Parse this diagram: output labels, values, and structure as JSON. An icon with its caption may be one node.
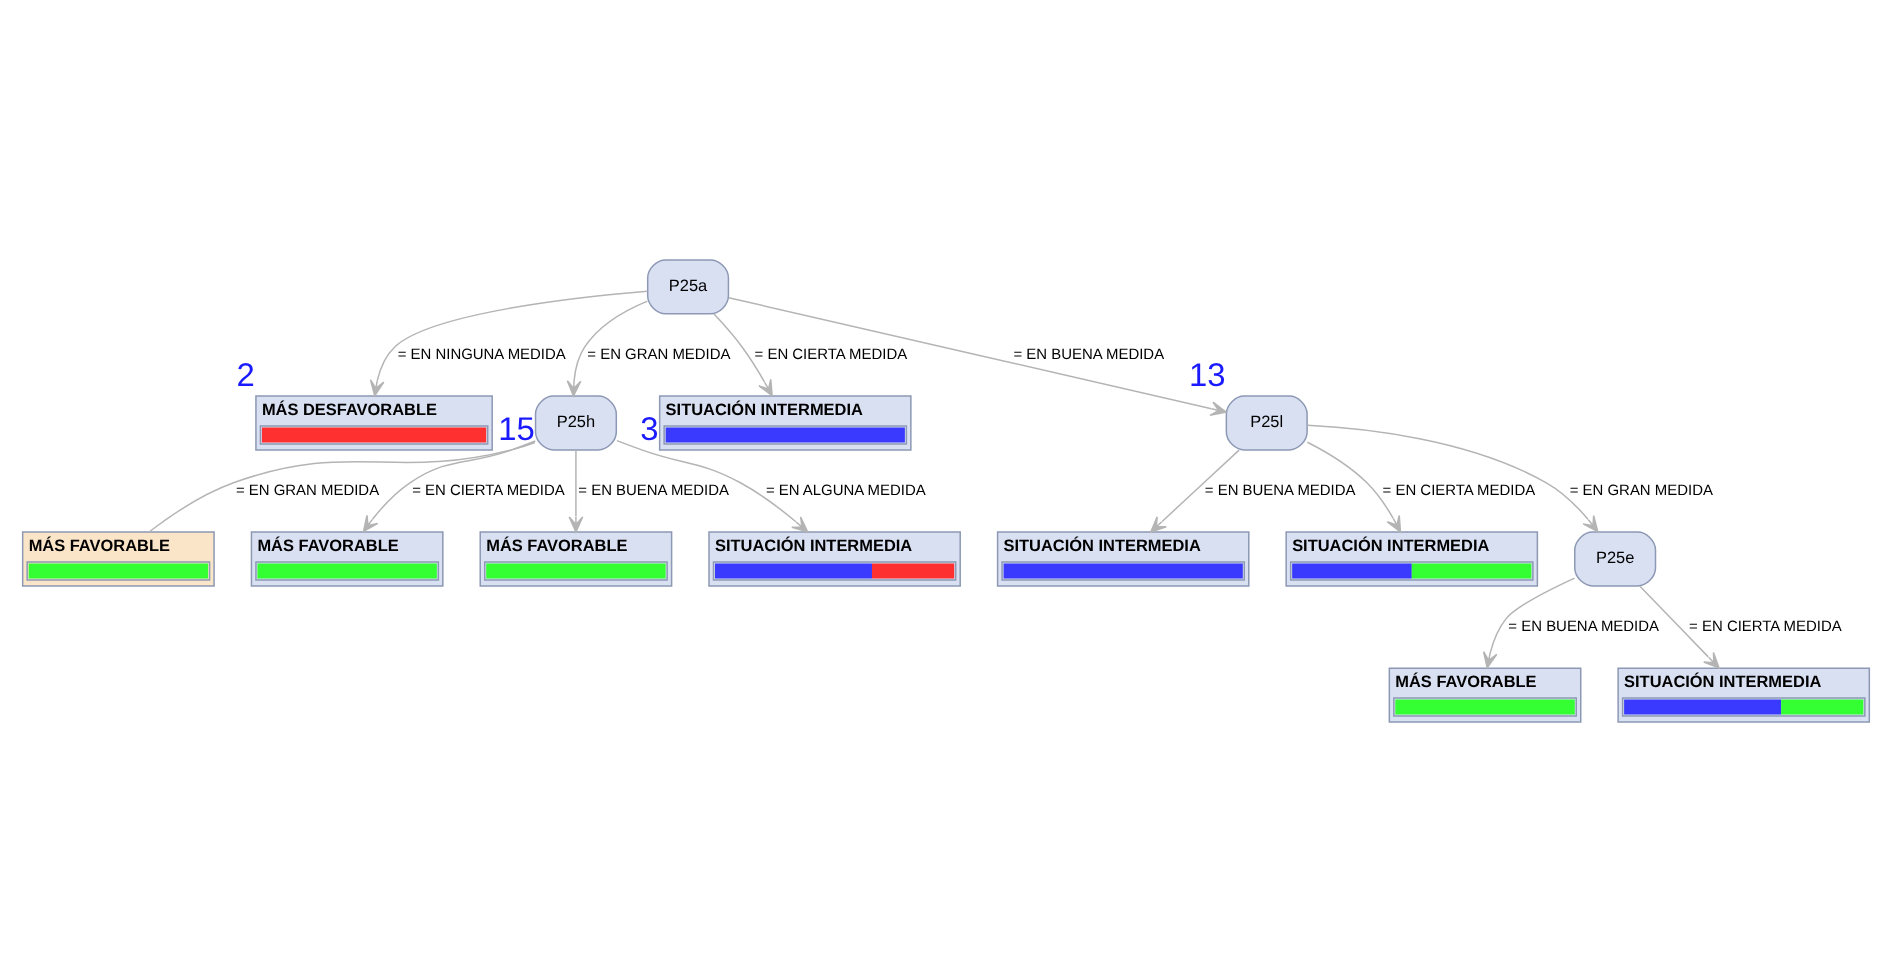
{
  "diagram": {
    "nodes": [
      {
        "text": [
          "P25a"
        ]
      },
      {
        "text": [
          "MÁS DESFAVORABLE"
        ],
        "beside": [
          "2"
        ]
      },
      {
        "text": [
          "P25h"
        ],
        "beside": [
          "15"
        ]
      },
      {
        "text": [
          "SITUACIÓN INTERMEDIA"
        ],
        "beside": [
          "3"
        ]
      },
      {
        "text": [
          "P25l"
        ],
        "beside": [
          "13"
        ]
      },
      {
        "text": [
          "SITUACIÓN INTERMEDIA"
        ]
      },
      {
        "text": [
          "SITUACIÓN INTERMEDIA"
        ]
      },
      {
        "text": [
          "MÁS FAVORABLE"
        ]
      },
      {
        "text": [
          "MÁS FAVORABLE"
        ]
      },
      {
        "text": [
          "MÁS FAVORABLE"
        ]
      },
      {
        "text": [
          "SITUACIÓN INTERMEDIA"
        ]
      },
      {
        "text": [
          "P25e"
        ]
      },
      {
        "text": [
          "MÁS FAVORABLE"
        ]
      },
      {
        "text": [
          "SITUACIÓN INTERMEDIA"
        ]
      }
    ],
    "edges": [
      {
        "from": 0,
        "to": 1,
        "arrow": "to",
        "label": "= EN NINGUNA MEDIDA"
      },
      {
        "from": 0,
        "to": 2,
        "arrow": "to",
        "label": "= EN GRAN MEDIDA"
      },
      {
        "from": 0,
        "to": 3,
        "arrow": "to",
        "label": "= EN CIERTA MEDIDA"
      },
      {
        "from": 0,
        "to": 4,
        "arrow": "to",
        "label": "= EN BUENA MEDIDA"
      },
      {
        "from": 4,
        "to": 5,
        "arrow": "to",
        "label": "= EN BUENA MEDIDA"
      },
      {
        "from": 4,
        "to": 6,
        "arrow": "to",
        "label": "= EN CIERTA MEDIDA"
      },
      {
        "from": 4,
        "to": 11,
        "arrow": "to",
        "label": "= EN GRAN MEDIDA"
      },
      {
        "from": 2,
        "to": 7,
        "arrow": "none",
        "label": "= EN GRAN MEDIDA"
      },
      {
        "from": 2,
        "to": 8,
        "arrow": "to",
        "label": "= EN CIERTA MEDIDA"
      },
      {
        "from": 2,
        "to": 9,
        "arrow": "to",
        "label": "= EN BUENA MEDIDA"
      },
      {
        "from": 2,
        "to": 10,
        "arrow": "to",
        "label": "= EN ALGUNA MEDIDA"
      },
      {
        "from": 11,
        "to": 12,
        "arrow": "to",
        "label": "= EN BUENA MEDIDA"
      },
      {
        "from": 11,
        "to": 13,
        "arrow": "to",
        "label": "= EN CIERTA MEDIDA"
      }
    ]
  }
}
